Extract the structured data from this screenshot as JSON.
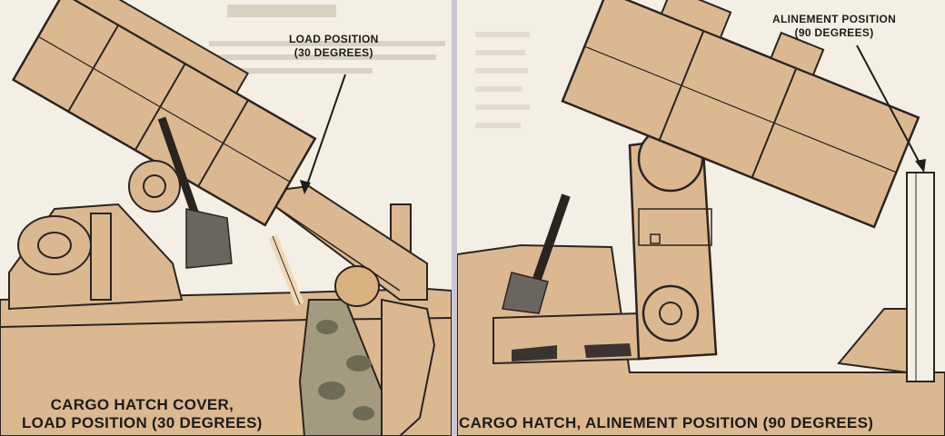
{
  "left": {
    "callout_line1": "LOAD POSITION",
    "callout_line2": "(30 DEGREES)",
    "caption_line1": "CARGO HATCH COVER,",
    "caption_line2": "LOAD POSITION (30 DEGREES)"
  },
  "right": {
    "callout_line1": "ALINEMENT POSITION",
    "callout_line2": "(90 DEGREES)",
    "caption": "CARGO HATCH, ALINEMENT POSITION (90 DEGREES)"
  },
  "colors": {
    "tan": "#dcb891",
    "tan_dark": "#c9a47c",
    "ink": "#2a2420",
    "paper": "#f4efe4",
    "divider": "#c9c6d6"
  }
}
